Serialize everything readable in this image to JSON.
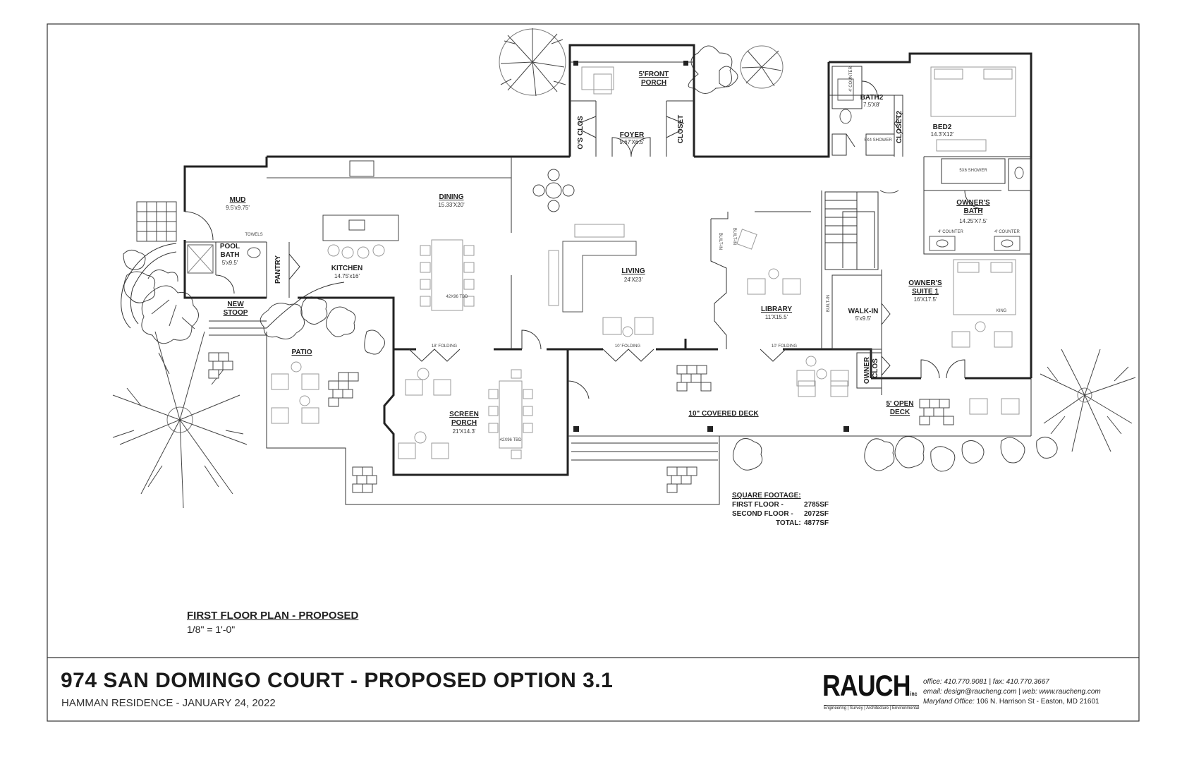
{
  "sheet": {
    "title": "974 SAN DOMINGO COURT - PROPOSED OPTION 3.1",
    "subtitle": "HAMMAN RESIDENCE - JANUARY 24, 2022",
    "plan_title": "FIRST FLOOR PLAN  - PROPOSED",
    "plan_scale": "1/8\" = 1'-0\""
  },
  "company": {
    "logo": "RAUCH",
    "logo_suffix": "inc",
    "tagline": "Engineering | Survey | Architecture | Environmental",
    "contact_line1": "office: 410.770.9081 | fax: 410.770.3667",
    "contact_line2": "email: design@raucheng.com | web: www.raucheng.com",
    "contact_line3_label": "Maryland Office:",
    "contact_line3_value": "106 N. Harrison St - Easton, MD 21601"
  },
  "square_footage": {
    "heading": "SQUARE FOOTAGE:",
    "first_floor_label": "FIRST FLOOR -",
    "first_floor_value": "2785SF",
    "second_floor_label": "SECOND FLOOR -",
    "second_floor_value": "2072SF",
    "total_label": "TOTAL:",
    "total_value": "4877SF"
  },
  "rooms": {
    "front_porch_1": "5'FRONT",
    "front_porch_2": "PORCH",
    "foyer": "FOYER",
    "foyer_dim": "9.67'X6.5'",
    "os_clos": "O'S CLOS",
    "closet": "CLOSET",
    "bath2": "BATH2",
    "bath2_dim": "7.5'X8'",
    "closet2": "CLOSET2",
    "bed2": "BED2",
    "bed2_dim": "14.3'X12'",
    "owners_bath_1": "OWNER'S",
    "owners_bath_2": "BATH",
    "owners_bath_dim": "14.25'X7.5'",
    "counter_a": "4' COUNTER",
    "counter_b": "4' COUNTER",
    "counter_c": "4' COUNTER",
    "shower_a": "5X4 SHOWER",
    "shower_b": "5X6 SHOWER",
    "mud": "MUD",
    "mud_dim": "9.5'x9.75'",
    "towels": "TOWELS",
    "pool_bath_1": "POOL",
    "pool_bath_2": "BATH",
    "pool_bath_dim": "5'x9.5'",
    "pantry": "PANTRY",
    "kitchen": "KITCHEN",
    "kitchen_dim": "14.75'x16'",
    "dining": "DINING",
    "dining_dim": "15.33'X20'",
    "living": "LIVING",
    "living_dim": "24'X23'",
    "library": "LIBRARY",
    "library_dim": "11'X15.5'",
    "built_in_a": "BUILT-IN",
    "built_in_b": "BUILT-IN",
    "built_in_c": "BUILT-IN",
    "walk_in": "WALK-IN",
    "walk_in_dim": "5'x9.5'",
    "owners_suite_1": "OWNER'S",
    "owners_suite_2": "SUITE 1",
    "owners_suite_dim": "16'X17.5'",
    "king": "KING",
    "owner_clos_1": "OWNER",
    "owner_clos_2": "CLOS",
    "new_stoop_1": "NEW",
    "new_stoop_2": "STOOP",
    "patio": "PATIO",
    "screen_porch_1": "SCREEN",
    "screen_porch_2": "PORCH",
    "screen_porch_dim": "21'X14.3'",
    "folding_a": "18' FOLDING",
    "folding_b": "10' FOLDING",
    "folding_c": "10' FOLDING",
    "covered_deck": "10\" COVERED DECK",
    "open_deck_1": "5' OPEN",
    "open_deck_2": "DECK",
    "table_a": "42X96 TBD",
    "table_b": "42X96 TBD"
  }
}
